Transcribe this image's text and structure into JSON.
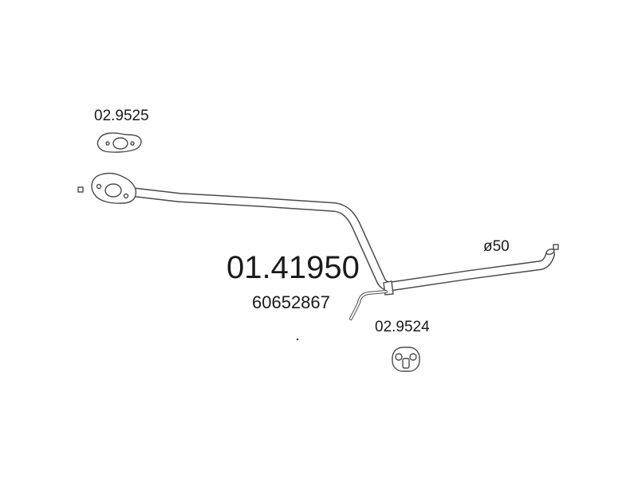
{
  "diagram": {
    "main_part_number": "01.41950",
    "oe_number": "60652867",
    "gasket_part_number": "02.9525",
    "hanger_part_number": "02.9524",
    "pipe_diameter": "ø50",
    "line_color": "#4a4a4a",
    "text_color": "#1a1a1a"
  }
}
